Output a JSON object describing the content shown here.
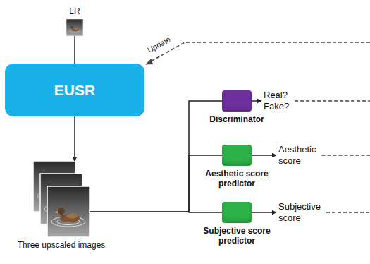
{
  "diagram": {
    "nodes": [
      {
        "text": [
          "LR"
        ]
      },
      {
        "text": [
          "EUSR"
        ]
      },
      {
        "text": [
          "Three upscaled images"
        ]
      },
      {
        "text": [
          "Discriminator"
        ]
      },
      {
        "text": [
          "Aesthetic score predictor"
        ]
      },
      {
        "text": [
          "Subjective score predictor"
        ]
      }
    ],
    "edges": [
      {
        "from": 0,
        "to": 1,
        "arrow": "none"
      },
      {
        "from": 1,
        "to": 2,
        "arrow": "to"
      },
      {
        "from": 2,
        "to": 3,
        "arrow": "none"
      },
      {
        "from": 2,
        "to": 4,
        "arrow": "none"
      },
      {
        "from": 2,
        "to": 5,
        "arrow": "none"
      }
    ],
    "labels": [
      "Update",
      "Real? Fake?",
      "Aesthetic score",
      "Subjective score"
    ]
  }
}
